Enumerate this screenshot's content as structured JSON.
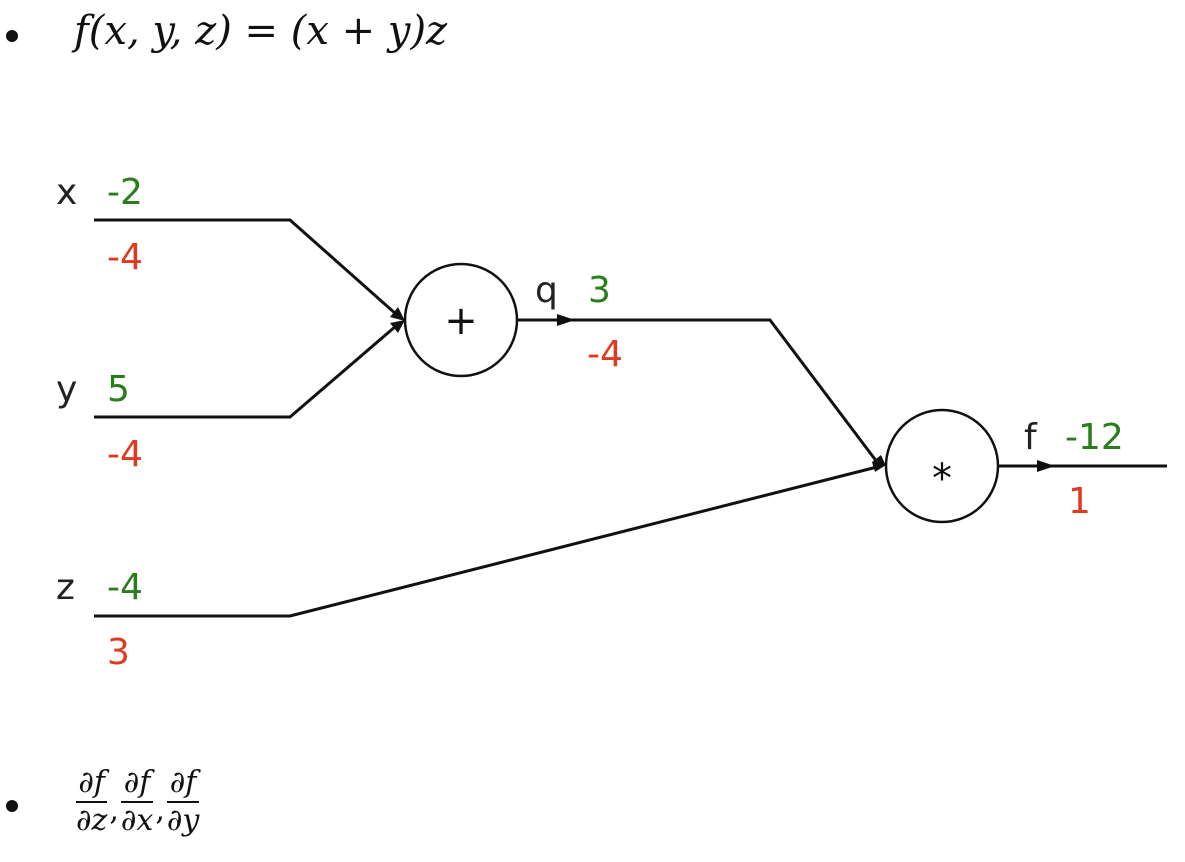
{
  "formula": {
    "text": "f(x, y, z) = (x + y)z"
  },
  "graph": {
    "inputs": [
      {
        "name": "x",
        "value": "-2",
        "grad": "-4"
      },
      {
        "name": "y",
        "value": "5",
        "grad": "-4"
      },
      {
        "name": "z",
        "value": "-4",
        "grad": "3"
      }
    ],
    "add_node": {
      "symbol": "+"
    },
    "intermediate": {
      "name": "q",
      "value": "3",
      "grad": "-4"
    },
    "mul_node": {
      "symbol": "*"
    },
    "output": {
      "name": "f",
      "value": "-12",
      "grad": "1"
    },
    "colors": {
      "forward_value": "#2a7d1c",
      "gradient": "#e03a1e",
      "line": "#111111"
    }
  },
  "partials": [
    {
      "num": "∂f",
      "den": "∂z"
    },
    {
      "num": "∂f",
      "den": "∂x"
    },
    {
      "num": "∂f",
      "den": "∂y"
    }
  ],
  "partials_separator": ","
}
